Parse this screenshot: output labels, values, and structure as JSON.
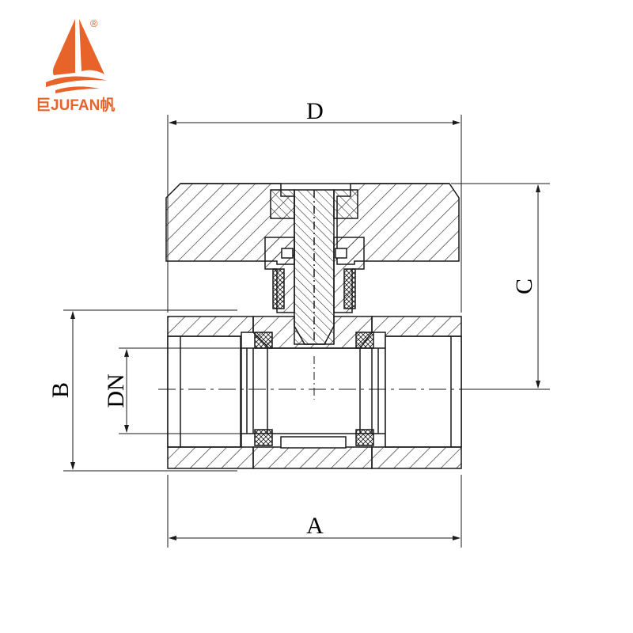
{
  "logo": {
    "name": "JUFAN",
    "prefix_char": "巨",
    "suffix_char": "帆",
    "registered_mark": "®",
    "color": "#e8632a"
  },
  "dimensions": {
    "D": "D",
    "C": "C",
    "B": "B",
    "DN": "DN",
    "A": "A"
  },
  "colors": {
    "line": "#1a1a1a",
    "background": "#ffffff"
  }
}
